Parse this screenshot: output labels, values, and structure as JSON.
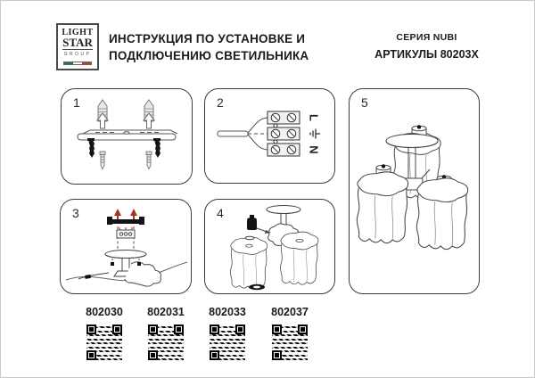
{
  "header": {
    "logo": {
      "line1": "LIGHT",
      "line2": "STAR",
      "line3": "GROUP"
    },
    "title_line1": "ИНСТРУКЦИЯ ПО УСТАНОВКЕ И",
    "title_line2": "ПОДКЛЮЧЕНИЮ СВЕТИЛЬНИКА",
    "series": "СЕРИЯ NUBI",
    "articles_label": "АРТИКУЛЫ 80203X"
  },
  "steps": [
    {
      "number": "1",
      "description_icon": "mounting-plate-anchors-screws"
    },
    {
      "number": "2",
      "description_icon": "terminal-block-wiring"
    },
    {
      "number": "3",
      "description_icon": "canopy-mounting-red-arrows"
    },
    {
      "number": "4",
      "description_icon": "shade-assembly"
    },
    {
      "number": "5",
      "description_icon": "assembled-chandelier"
    }
  ],
  "wiring": {
    "live": "L",
    "neutral": "N",
    "earth_icon": "earth-ground-symbol"
  },
  "articles": [
    {
      "number": "802030"
    },
    {
      "number": "802031"
    },
    {
      "number": "802033"
    },
    {
      "number": "802037"
    }
  ],
  "colors": {
    "accent_red": "#a93226",
    "line": "#4a4a4a",
    "flag_green": "#1c7a3a",
    "flag_red": "#c43b2e",
    "panel_border": "#3c3c3c",
    "frame_border": "#c9c9c9"
  }
}
